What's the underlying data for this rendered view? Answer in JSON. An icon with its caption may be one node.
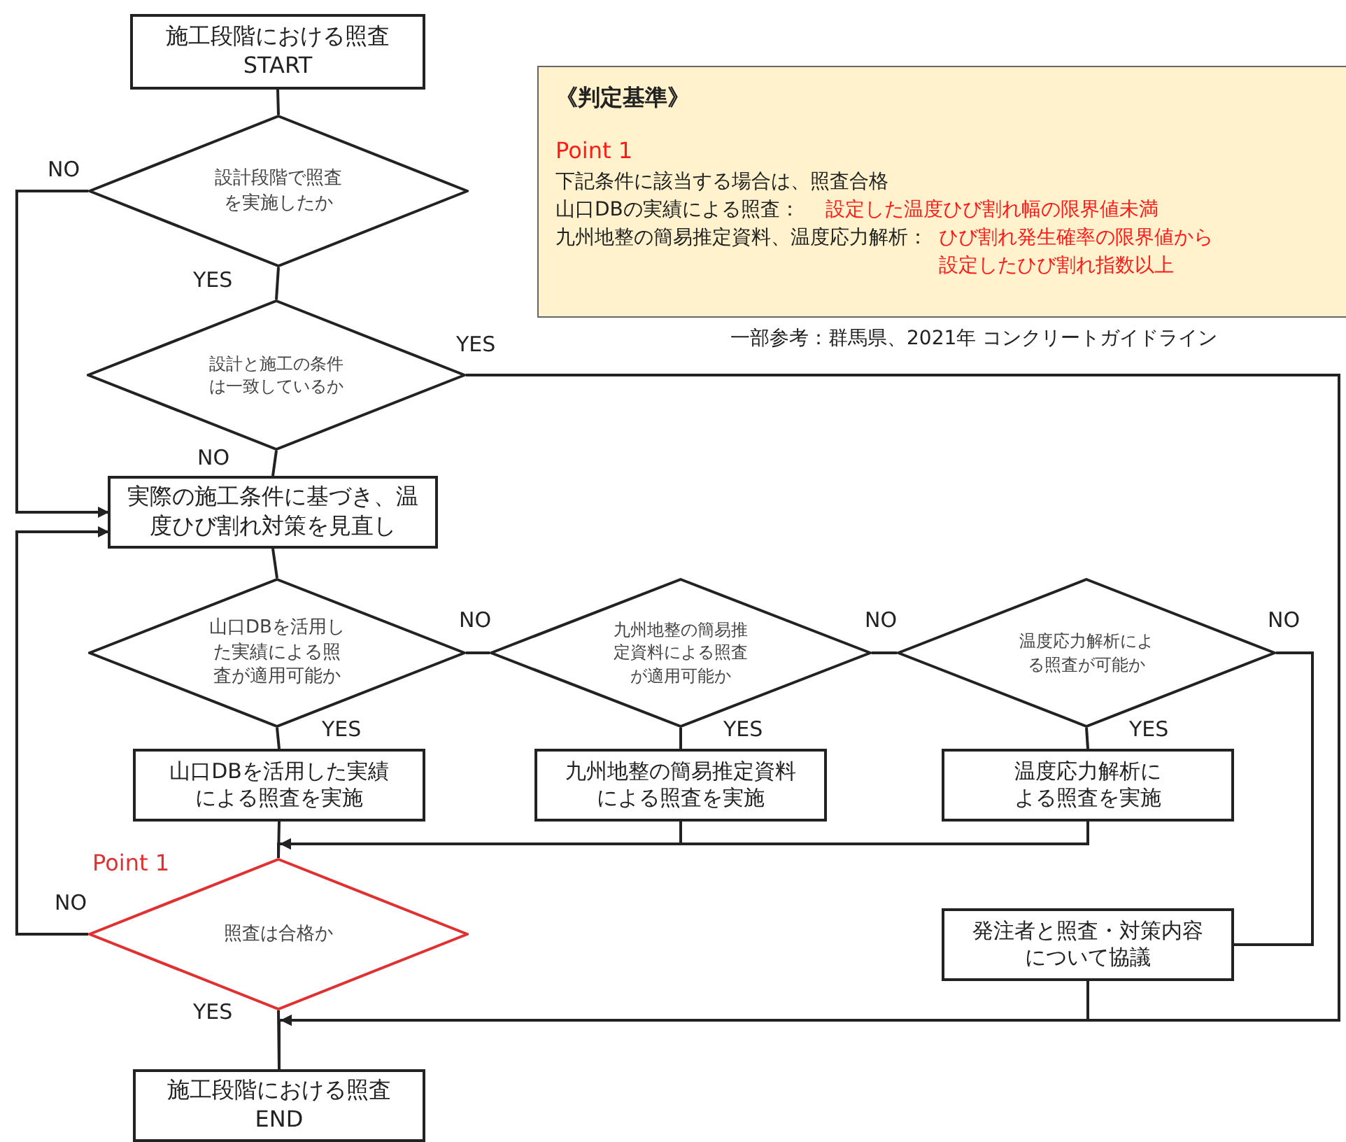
{
  "diagram": {
    "nodes": [
      {
        "text": [
          "施工段階における照査 START"
        ]
      },
      {
        "text": [
          "設計段階で照査を実施したか"
        ]
      },
      {
        "text": [
          "設計と施工の条件は一致しているか"
        ]
      },
      {
        "text": [
          "実際の施工条件に基づき、温度ひび割れ対策を見直し"
        ]
      },
      {
        "text": [
          "山口DBを活用した実績による照査が適用可能か"
        ]
      },
      {
        "text": [
          "九州地整の簡易推定資料による照査が適用可能か"
        ]
      },
      {
        "text": [
          "温度応力解析による照査が可能か"
        ]
      },
      {
        "text": [
          "山口DBを活用した実績による照査を実施"
        ]
      },
      {
        "text": [
          "九州地整の簡易推定資料による照査を実施"
        ]
      },
      {
        "text": [
          "温度応力解析による照査を実施"
        ]
      },
      {
        "text": [
          "照査は合格か"
        ],
        "beside": [
          "Point 1"
        ]
      },
      {
        "text": [
          "発注者と照査・対策内容について協議"
        ]
      },
      {
        "text": [
          "施工段階における照査 END"
        ]
      },
      {
        "text": [
          "《判定基準》",
          "Point 1",
          "下記条件に該当する場合は、照査合格",
          "山口DBの実績による照査：",
          "設定した温度ひび割れ幅の限界値未満",
          "九州地整の簡易推定資料、温度応力解析：",
          "ひび割れ発生確率の限界値から設定したひび割れ指数以上"
        ],
        "beside": [
          "一部参考：群馬県、2021年 コンクリートガイドライン"
        ]
      }
    ],
    "edges": [
      {
        "from": 0,
        "to": 1,
        "arrow": "none"
      },
      {
        "from": 1,
        "to": 2,
        "arrow": "none",
        "label": "YES"
      },
      {
        "from": 1,
        "to": 3,
        "arrow": "to",
        "label": "NO"
      },
      {
        "from": 2,
        "to": 12,
        "arrow": "to",
        "label": "YES"
      },
      {
        "from": 2,
        "to": 3,
        "arrow": "none",
        "label": "NO"
      },
      {
        "from": 3,
        "to": 4,
        "arrow": "none"
      },
      {
        "from": 4,
        "to": 5,
        "arrow": "none",
        "label": "NO"
      },
      {
        "from": 5,
        "to": 6,
        "arrow": "none",
        "label": "NO"
      },
      {
        "from": 6,
        "to": 11,
        "arrow": "none",
        "label": "NO"
      },
      {
        "from": 4,
        "to": 7,
        "arrow": "none",
        "label": "YES"
      },
      {
        "from": 5,
        "to": 8,
        "arrow": "none",
        "label": "YES"
      },
      {
        "from": 6,
        "to": 9,
        "arrow": "none",
        "label": "YES"
      },
      {
        "from": 7,
        "to": 10,
        "arrow": "none"
      },
      {
        "from": 8,
        "to": 10,
        "arrow": "to"
      },
      {
        "from": 9,
        "to": 10,
        "arrow": "to"
      },
      {
        "from": 10,
        "to": 3,
        "arrow": "to",
        "label": "NO"
      },
      {
        "from": 10,
        "to": 12,
        "arrow": "none",
        "label": "YES"
      },
      {
        "from": 11,
        "to": 12,
        "arrow": "to"
      }
    ]
  }
}
